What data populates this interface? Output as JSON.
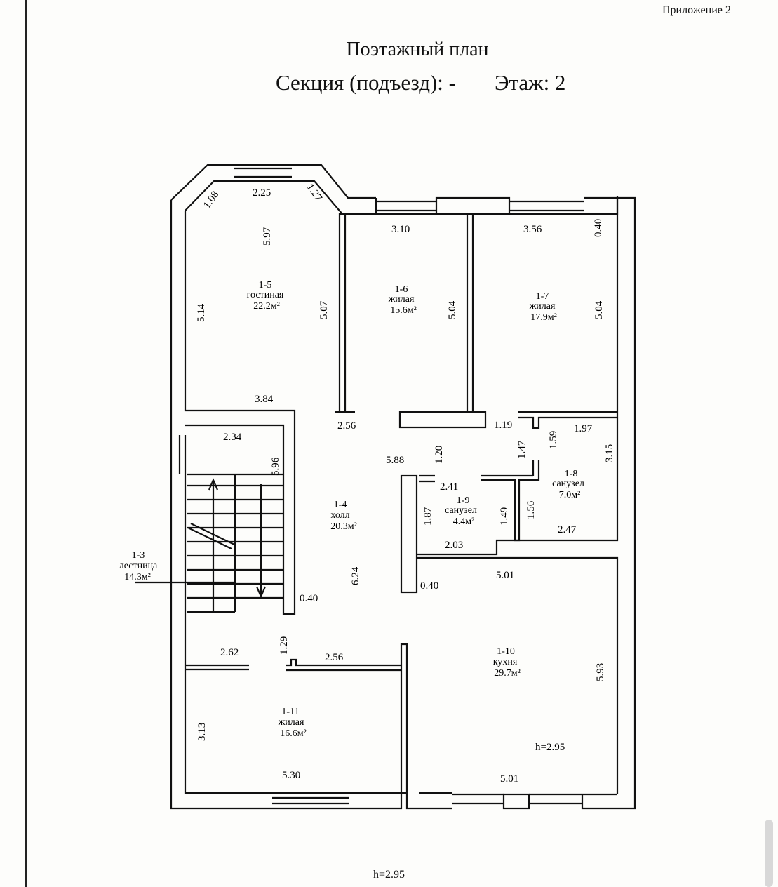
{
  "header": {
    "appendix": "Приложение 2",
    "title": "Поэтажный план",
    "section_label": "Секция (подъезд): -",
    "floor_label": "Этаж: 2"
  },
  "rooms": [
    {
      "id": "room-1-5",
      "number": "1-5",
      "name": "гостиная",
      "area": "22.2м²"
    },
    {
      "id": "room-1-6",
      "number": "1-6",
      "name": "жилая",
      "area": "15.6м²"
    },
    {
      "id": "room-1-7",
      "number": "1-7",
      "name": "жилая",
      "area": "17.9м²"
    },
    {
      "id": "room-1-4",
      "number": "1-4",
      "name": "холл",
      "area": "20.3м²"
    },
    {
      "id": "room-1-8",
      "number": "1-8",
      "name": "санузел",
      "area": "7.0м²"
    },
    {
      "id": "room-1-9",
      "number": "1-9",
      "name": "санузел",
      "area": "4.4м²"
    },
    {
      "id": "room-1-3",
      "number": "1-3",
      "name": "лестница",
      "area": "14.3м²"
    },
    {
      "id": "room-1-10",
      "number": "1-10",
      "name": "кухня",
      "area": "29.7м²"
    },
    {
      "id": "room-1-11",
      "number": "1-11",
      "name": "жилая",
      "area": "16.6м²"
    }
  ],
  "dimensions": [
    "2.25",
    "1.08",
    "1.27",
    "5.97",
    "5.14",
    "3.84",
    "5.07",
    "3.10",
    "5.04",
    "2.56",
    "3.56",
    "0.40",
    "5.04",
    "2.34",
    "5.96",
    "5.88",
    "1.20",
    "1.19",
    "1.47",
    "1.59",
    "1.97",
    "3.15",
    "2.41",
    "1.87",
    "1.49",
    "1.56",
    "2.03",
    "2.47",
    "6.24",
    "0.40",
    "0.40",
    "5.01",
    "1.29",
    "2.62",
    "2.56",
    "5.93",
    "3.13",
    "5.30",
    "5.01"
  ],
  "heights": {
    "inner": "h=2.95",
    "footer": "h=2.95"
  }
}
